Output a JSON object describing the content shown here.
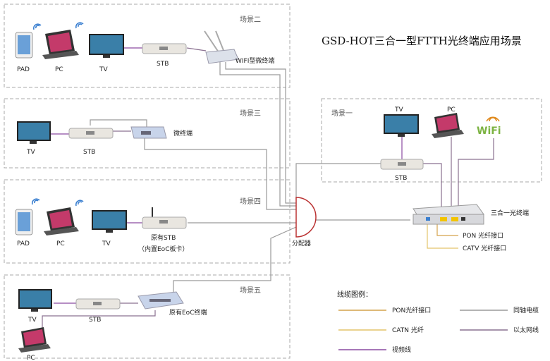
{
  "title": "GSD-HOT三合一型FTTH光终端应用场景",
  "scenes": {
    "s1": "场景一",
    "s2": "场景二",
    "s3": "场景三",
    "s4": "场景四",
    "s5": "场景五"
  },
  "labels": {
    "pad1": "PAD",
    "pc1": "PC",
    "tv1": "TV",
    "stb1": "STB",
    "wifi_terminal": "WIFI型微终端",
    "tv3": "TV",
    "stb3": "STB",
    "micro_terminal": "微终端",
    "pad4": "PAD",
    "pc4": "PC",
    "tv4": "TV",
    "stb4_line1": "原有STB",
    "stb4_line2": "（内置EoC板卡）",
    "splitter": "分配器",
    "tv5": "TV",
    "stb5": "STB",
    "pc5": "PC",
    "eoc_terminal": "原有EoC终端",
    "tv_s1": "TV",
    "pc_s1": "PC",
    "wifi_s1": "WiFi",
    "stb_s1": "STB",
    "optical_terminal": "三合一光终端",
    "pon_port": "PON 光纤接口",
    "catv_port": "CATV 光纤接口"
  },
  "legend": {
    "title": "线缆图例：",
    "items": [
      {
        "label": "PON光纤接口",
        "color": "#d4a24a"
      },
      {
        "label": "同轴电缆",
        "color": "#9a9a9a"
      },
      {
        "label": "CATN 光纤",
        "color": "#e3c46a"
      },
      {
        "label": "以太网线",
        "color": "#8a7090"
      },
      {
        "label": "视频线",
        "color": "#8a4aa0"
      }
    ]
  },
  "colors": {
    "coax": "#9a9a9a",
    "ethernet": "#8a7090",
    "video": "#8a4aa0",
    "pon": "#d4a24a",
    "catv": "#e3c46a",
    "wifi_green": "#7cb342",
    "wifi_orange": "#e08a1e"
  }
}
